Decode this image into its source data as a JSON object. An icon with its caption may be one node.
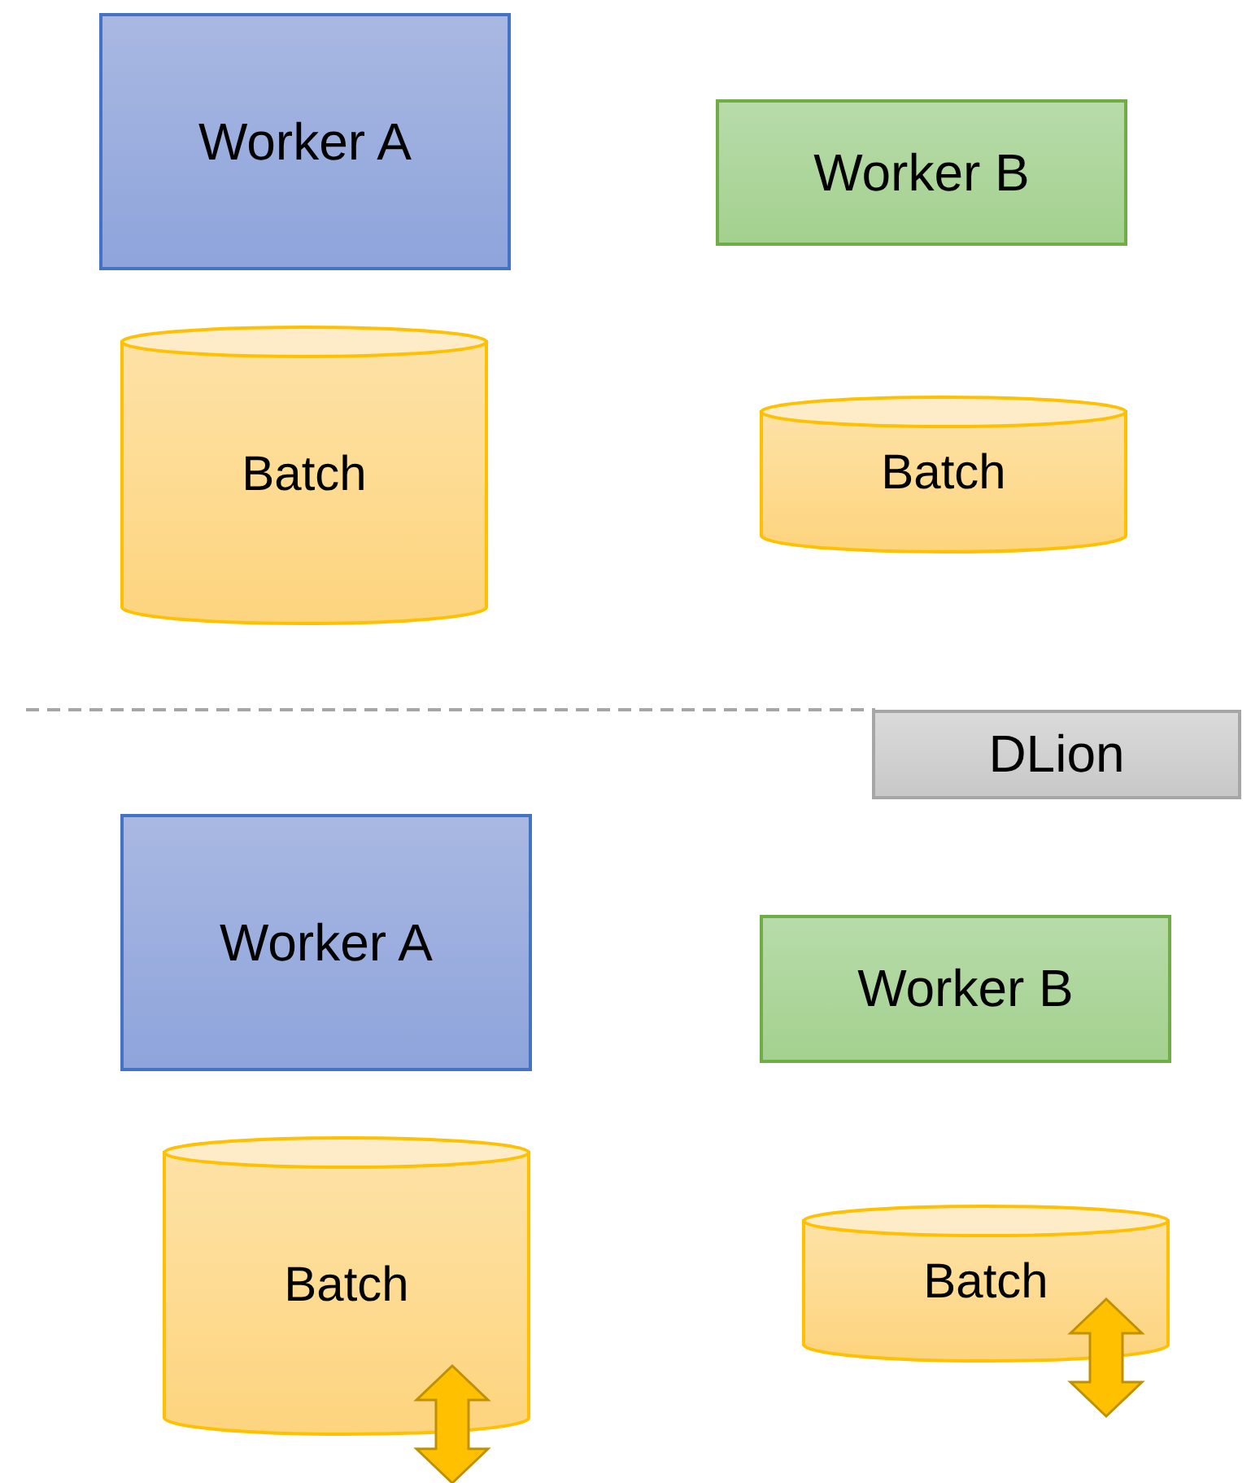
{
  "diagram": {
    "nodes": [
      {
        "text": [
          "Worker A"
        ]
      },
      {
        "text": [
          "Worker B"
        ]
      },
      {
        "text": [
          "Batch"
        ]
      },
      {
        "text": [
          "Batch"
        ]
      },
      {
        "text": [
          "DLion"
        ]
      },
      {
        "text": [
          "Worker A"
        ]
      },
      {
        "text": [
          "Worker B"
        ]
      },
      {
        "text": [
          "Batch"
        ]
      },
      {
        "text": [
          "Batch"
        ]
      }
    ]
  }
}
